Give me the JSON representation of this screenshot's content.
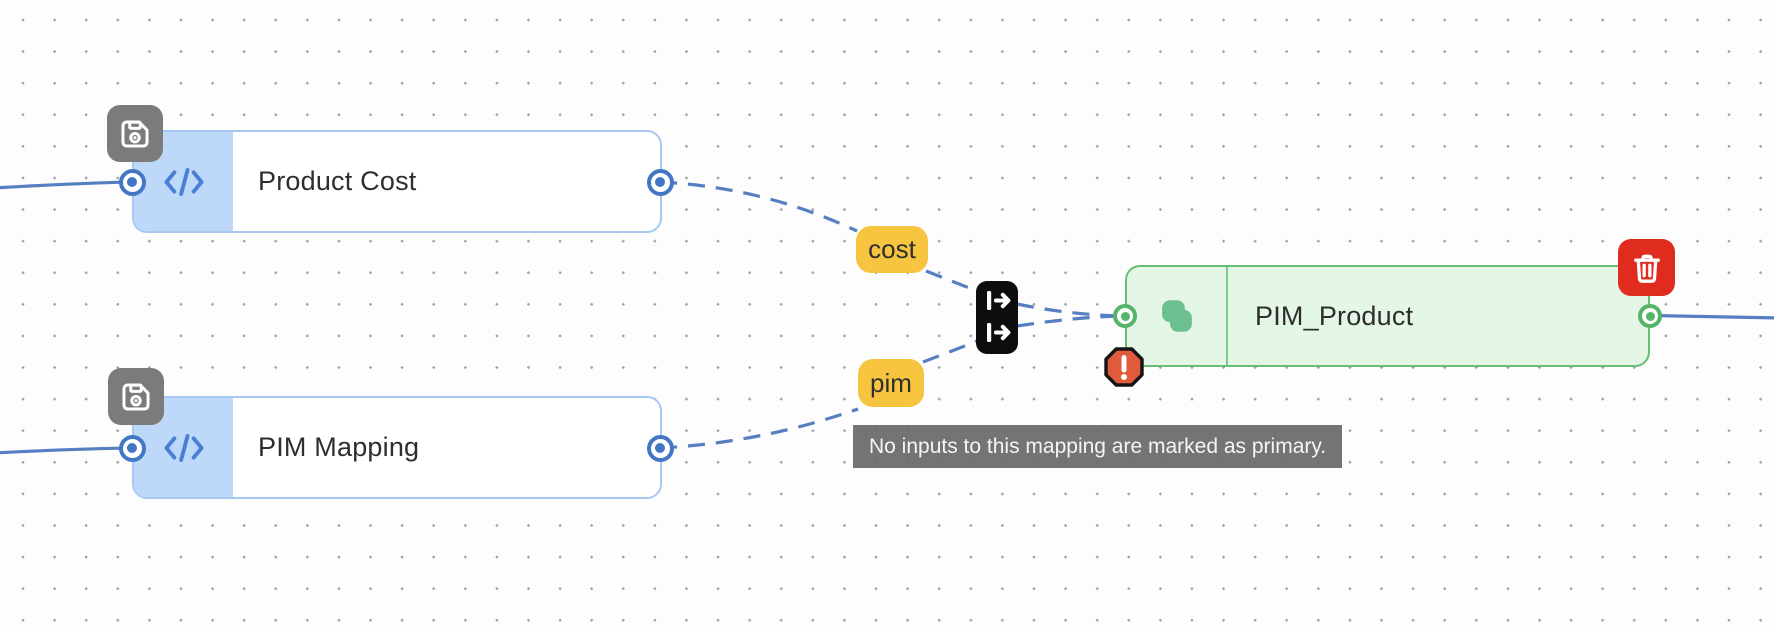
{
  "nodes": [
    {
      "id": "product-cost",
      "label": "Product Cost",
      "icon": "code-icon",
      "badge": "save-icon",
      "palette": "blue"
    },
    {
      "id": "pim-mapping",
      "label": "PIM Mapping",
      "icon": "code-icon",
      "badge": "save-icon",
      "palette": "blue"
    },
    {
      "id": "pim-product",
      "label": "PIM_Product",
      "icon": "stack-icon",
      "badge": "trash-icon",
      "palette": "green",
      "warning": "error-octagon-icon"
    }
  ],
  "edge_labels": [
    {
      "id": "cost",
      "text": "cost"
    },
    {
      "id": "pim",
      "text": "pim"
    }
  ],
  "mapper": {
    "icon": "map-fields-icon"
  },
  "tooltip": {
    "text": "No inputs to this mapping are marked as primary."
  },
  "colors": {
    "edge_blue": "#567fc1",
    "node_blue_border": "#a6c9f4",
    "node_blue_band": "#bdd8f8",
    "node_green_border": "#69bd73",
    "node_green_fill": "#e4f6e5",
    "port_blue": "#4377c6",
    "port_green": "#56b468",
    "badge_gray": "#7b7b7b",
    "badge_red": "#e02b1f",
    "warning_fill": "#e05a3c",
    "chip_yellow": "#f6c43f",
    "code_icon_blue": "#4a7ed2",
    "stack_icon_green": "#6cbf8e",
    "title_text": "#2e2e2e",
    "tooltip_bg": "#686868",
    "grid_dot": "#a2a2ab"
  }
}
